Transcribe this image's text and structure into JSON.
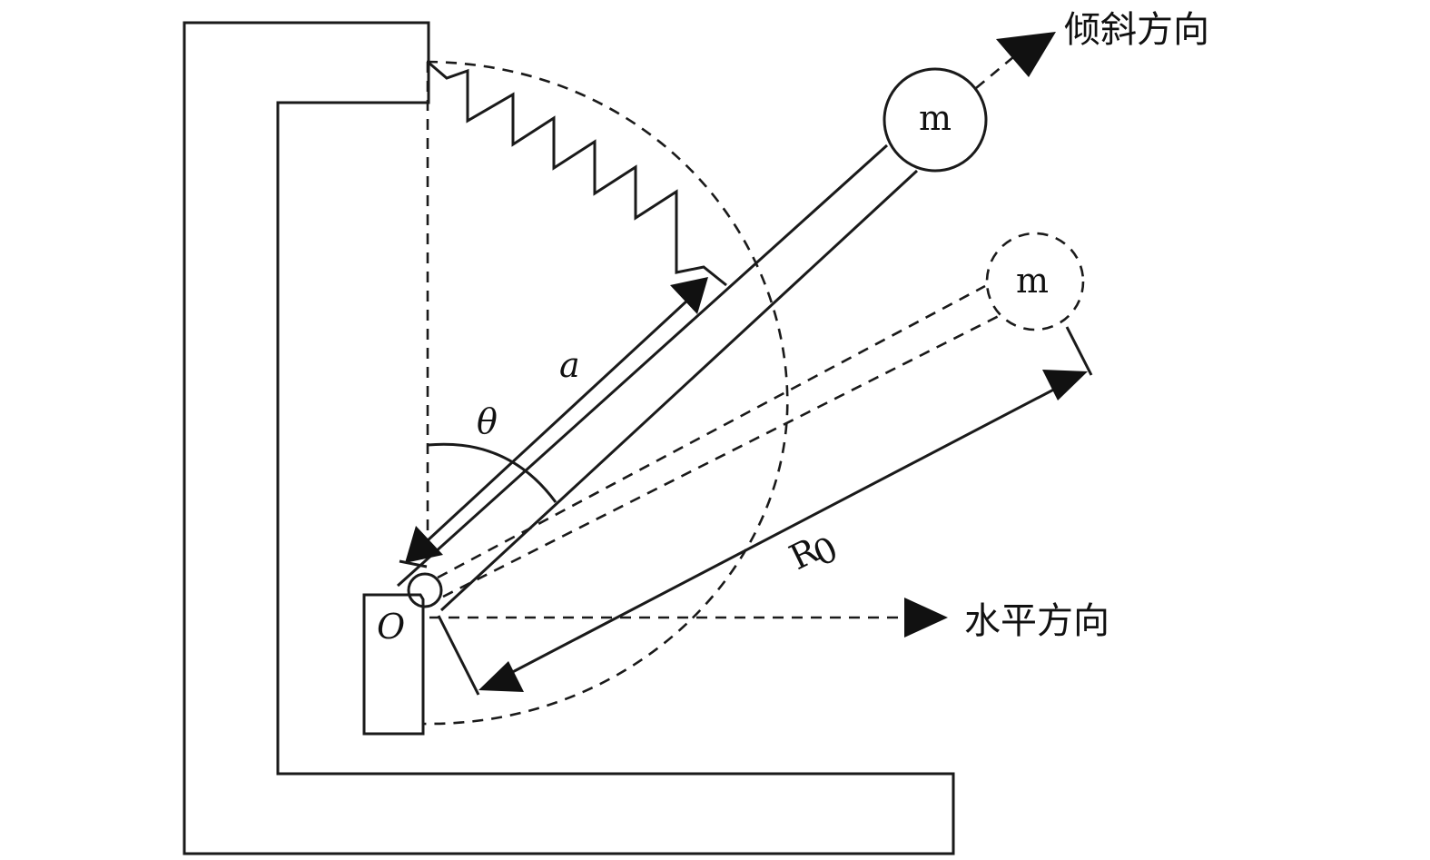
{
  "labels": {
    "tilt_direction": "倾斜方向",
    "horizontal_direction": "水平方向",
    "mass_tilted": "m",
    "mass_horizontal": "m",
    "pivot": "O",
    "angle": "θ",
    "length_a": "a",
    "radius": "R",
    "radius_subscript": "0"
  },
  "colors": {
    "stroke": "#1a1a1a",
    "arrowhead": "#111111",
    "background": "#ffffff"
  }
}
